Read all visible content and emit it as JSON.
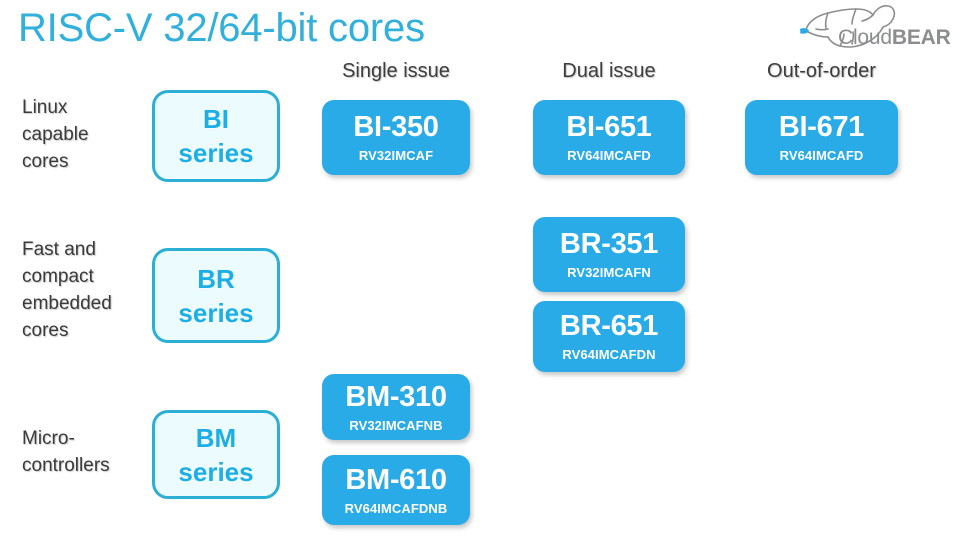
{
  "slide": {
    "title": "RISC-V 32/64-bit cores",
    "title_color": "#31B0DC",
    "background_color": "#ffffff",
    "card_color": "#29ABE8",
    "series_border_color": "#2BAFD4",
    "series_fill_color": "#ECFBFD",
    "series_text_color": "#1CAEE4"
  },
  "logo": {
    "name": "cloudbear-logo",
    "text_light": "Cloud",
    "text_bold": "BEAR",
    "nose_color": "#29ABE8",
    "outline_color": "#8b8d8f"
  },
  "columns": [
    {
      "label": "Single issue"
    },
    {
      "label": "Dual issue"
    },
    {
      "label": "Out-of-order"
    }
  ],
  "rows": [
    {
      "label": "Linux\ncapable\ncores",
      "label_lines": [
        "Linux",
        "capable",
        "cores"
      ],
      "series_name": "BI",
      "series_word": "series"
    },
    {
      "label": "Fast and\ncompact\nembedded\ncores",
      "label_lines": [
        "Fast and",
        "compact",
        "embedded",
        "cores"
      ],
      "series_name": "BR",
      "series_word": "series"
    },
    {
      "label": "Micro-\ncontrollers",
      "label_lines": [
        "Micro-",
        "controllers"
      ],
      "series_name": "BM",
      "series_word": "series"
    }
  ],
  "cores": [
    {
      "name": "BI-350",
      "isa": "RV32IMCAF",
      "row": "BI",
      "column": "Single issue"
    },
    {
      "name": "BI-651",
      "isa": "RV64IMCAFD",
      "row": "BI",
      "column": "Dual issue"
    },
    {
      "name": "BI-671",
      "isa": "RV64IMCAFD",
      "row": "BI",
      "column": "Out-of-order"
    },
    {
      "name": "BR-351",
      "isa": "RV32IMCAFN",
      "row": "BR",
      "column": "Dual issue"
    },
    {
      "name": "BR-651",
      "isa": "RV64IMCAFDN",
      "row": "BR",
      "column": "Dual issue"
    },
    {
      "name": "BM-310",
      "isa": "RV32IMCAFNB",
      "row": "BM",
      "column": "Single issue"
    },
    {
      "name": "BM-610",
      "isa": "RV64IMCAFDNB",
      "row": "BM",
      "column": "Single issue"
    }
  ]
}
